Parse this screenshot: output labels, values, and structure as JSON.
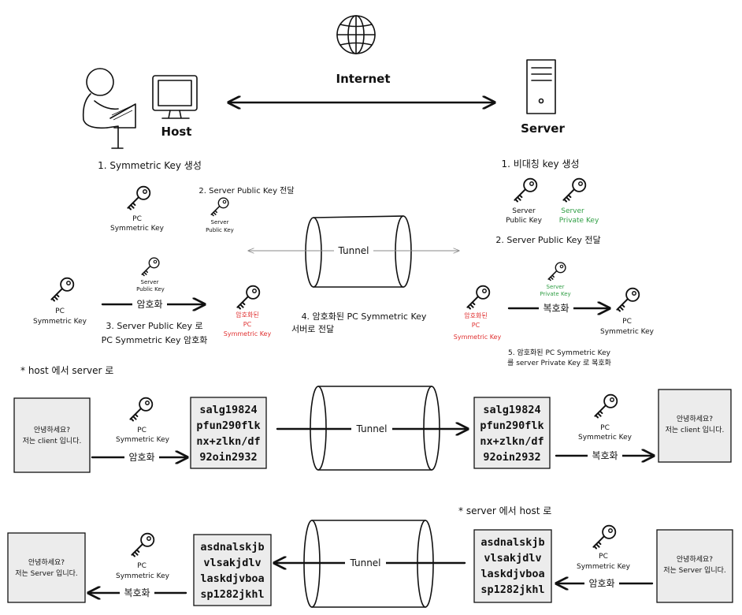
{
  "top": {
    "internet_label": "Internet",
    "host_label": "Host",
    "server_label": "Server",
    "host_step1": "1. Symmetric Key 생성",
    "server_step1": "1. 비대칭 key 생성",
    "host_step2": "2. Server Public Key 전달",
    "server_step2": "2. Server Public Key 전달",
    "pc_key_line1": "PC",
    "pc_key_line2": "Symmetric Key",
    "server_pub_line1": "Server",
    "server_pub_line2": "Public Key",
    "server_pub_small_line1": "Server",
    "server_pub_small_line2": "Public Key",
    "server_priv_line1": "Server",
    "server_priv_line2": "Private Key",
    "tunnel_label": "Tunnel",
    "left_pc_line1": "PC",
    "left_pc_line2": "Symmetric Key",
    "encrypt_pub_line1": "Server",
    "encrypt_pub_line2": "Public Key",
    "encrypt_arrow": "암호화",
    "encrypted_line1": "암호화된",
    "encrypted_line2": "PC",
    "encrypted_line3": "Symmetric Key",
    "step3_line1": "3. Server Public Key 로",
    "step3_line2": "PC Symmetric Key 암호화",
    "step4_line1": "4. 암호화된 PC Symmetric Key",
    "step4_line2": "서버로 전달",
    "right_encrypted_line1": "암호화된",
    "right_encrypted_line2": "PC",
    "right_encrypted_line3": "Symmetric Key",
    "decrypt_priv_line1": "Server",
    "decrypt_priv_line2": "Private Key",
    "decrypt_arrow": "복호화",
    "right_pc_line1": "PC",
    "right_pc_line2": "Symmetric Key",
    "step5_line1": "5. 암호화된 PC Symmetric Key",
    "step5_line2": "를 server Private Key 로 복호화"
  },
  "flow1": {
    "heading": "* host 에서 server 로",
    "left_box_line1": "안녕하세요?",
    "left_box_line2": "저는 client 입니다.",
    "key_line1": "PC",
    "key_line2": "Symmetric Key",
    "encrypt_arrow": "암호화",
    "cipher": [
      "salg19824",
      "pfun290flk",
      "nx+zlkn/df",
      "92oin2932"
    ],
    "tunnel_label": "Tunnel",
    "cipher_right": [
      "salg19824",
      "pfun290flk",
      "nx+zlkn/df",
      "92oin2932"
    ],
    "right_key_line1": "PC",
    "right_key_line2": "Symmetric Key",
    "decrypt_arrow": "복호화",
    "right_box_line1": "안녕하세요?",
    "right_box_line2": "저는 client 입니다."
  },
  "flow2": {
    "heading": "* server 에서 host 로",
    "left_box_line1": "안녕하세요?",
    "left_box_line2": "저는 Server 입니다.",
    "key_line1": "PC",
    "key_line2": "Symmetric Key",
    "decrypt_arrow": "복호화",
    "cipher": [
      "asdnalskjb",
      "vlsakjdlv",
      "laskdjvboa",
      "sp1282jkhl"
    ],
    "tunnel_label": "Tunnel",
    "cipher_right": [
      "asdnalskjb",
      "vlsakjdlv",
      "laskdjvboa",
      "sp1282jkhl"
    ],
    "right_key_line1": "PC",
    "right_key_line2": "Symmetric Key",
    "encrypt_arrow": "암호화",
    "right_box_line1": "안녕하세요?",
    "right_box_line2": "저는 Server 입니다."
  },
  "colors": {
    "red": "#e03131",
    "green": "#2f9e44",
    "box": "#ececec"
  },
  "icons": [
    "person-icon",
    "monitor-icon",
    "globe-icon",
    "server-icon",
    "key-icon",
    "tunnel-cylinder"
  ]
}
